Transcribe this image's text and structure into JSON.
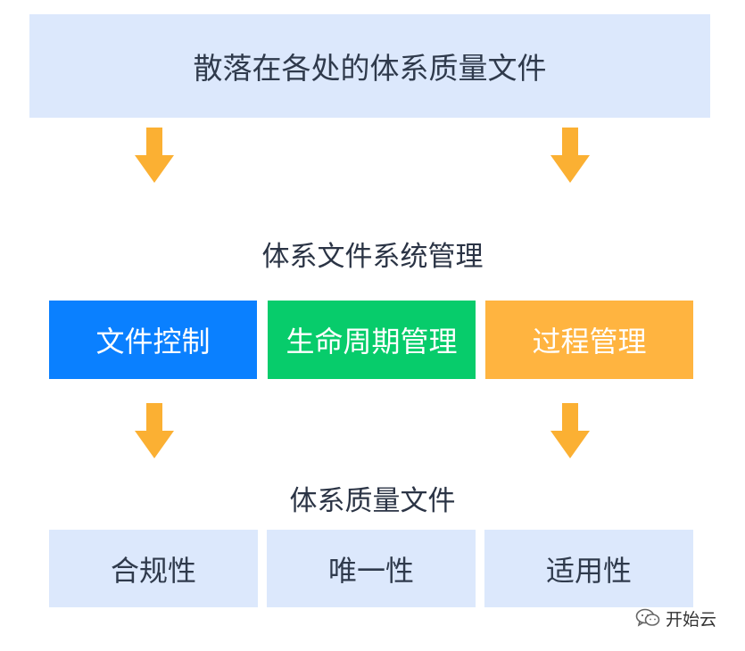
{
  "top": {
    "label": "散落在各处的体系质量文件",
    "color": "#dce8fc"
  },
  "heading_system": "体系文件系统管理",
  "modules": [
    {
      "label": "文件控制",
      "color": "#0a80ff"
    },
    {
      "label": "生命周期管理",
      "color": "#07cc6b"
    },
    {
      "label": "过程管理",
      "color": "#ffb440"
    }
  ],
  "heading_quality": "体系质量文件",
  "qualities": [
    {
      "label": "合规性"
    },
    {
      "label": "唯一性"
    },
    {
      "label": "适用性"
    }
  ],
  "arrow_color": "#fbb033",
  "watermark": {
    "text": "开始云",
    "icon": "wechat-icon"
  }
}
